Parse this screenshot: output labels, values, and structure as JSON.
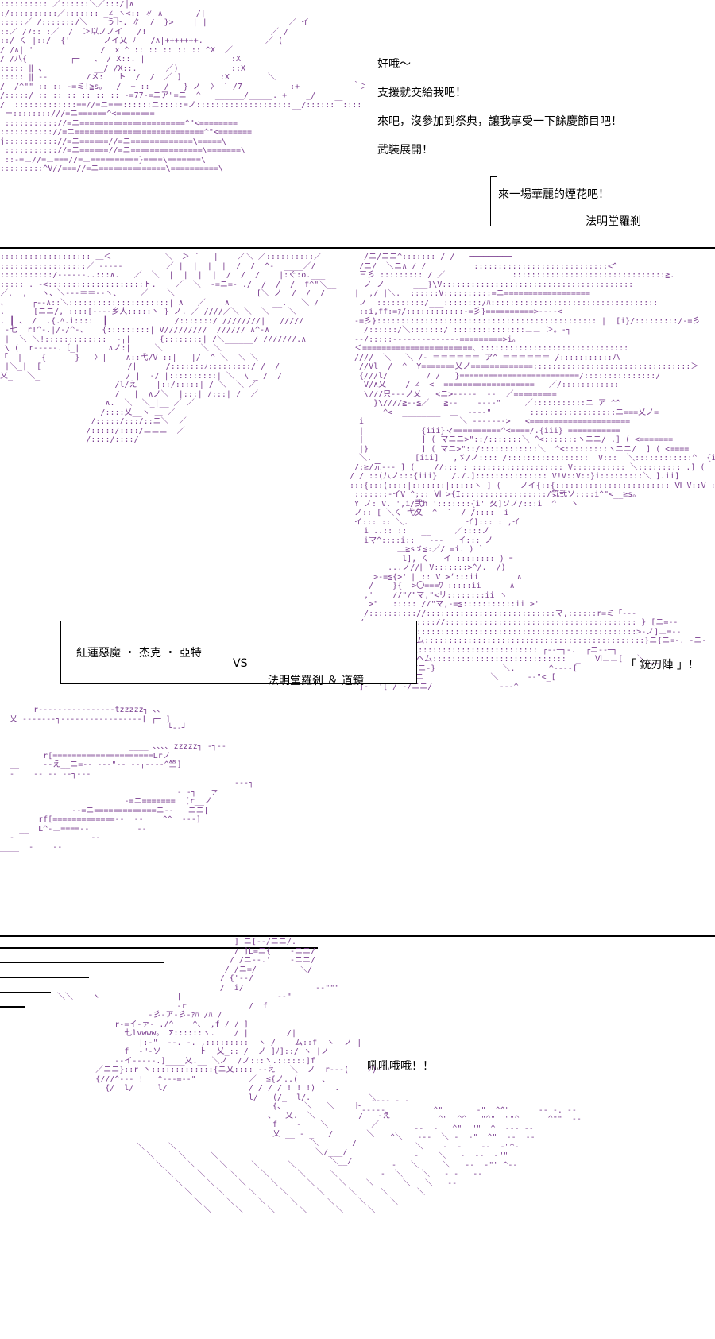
{
  "panel1": {
    "lines": [
      "好哦～",
      "支援就交給我吧！",
      "來吧，沒參加到祭典，讓我享受一下餘慶節目吧！",
      "武裝展開！"
    ],
    "caption": "來一場華麗的煙花吧！",
    "caption_sig": "法明堂羅剎"
  },
  "panel2": {
    "vs_left": "紅蓮惡魔 ・ 杰克 ・ 亞特",
    "vs": "VS",
    "vs_right": "法明堂羅剎 ＆ 道鏡",
    "shout": "「 銃刃陣 」！"
  },
  "panel3": {
    "shout": "吼吼哦哦！！"
  },
  "colors": {
    "ascii_art": "#7a3d8f",
    "text": "#000000",
    "background": "#ffffff"
  }
}
